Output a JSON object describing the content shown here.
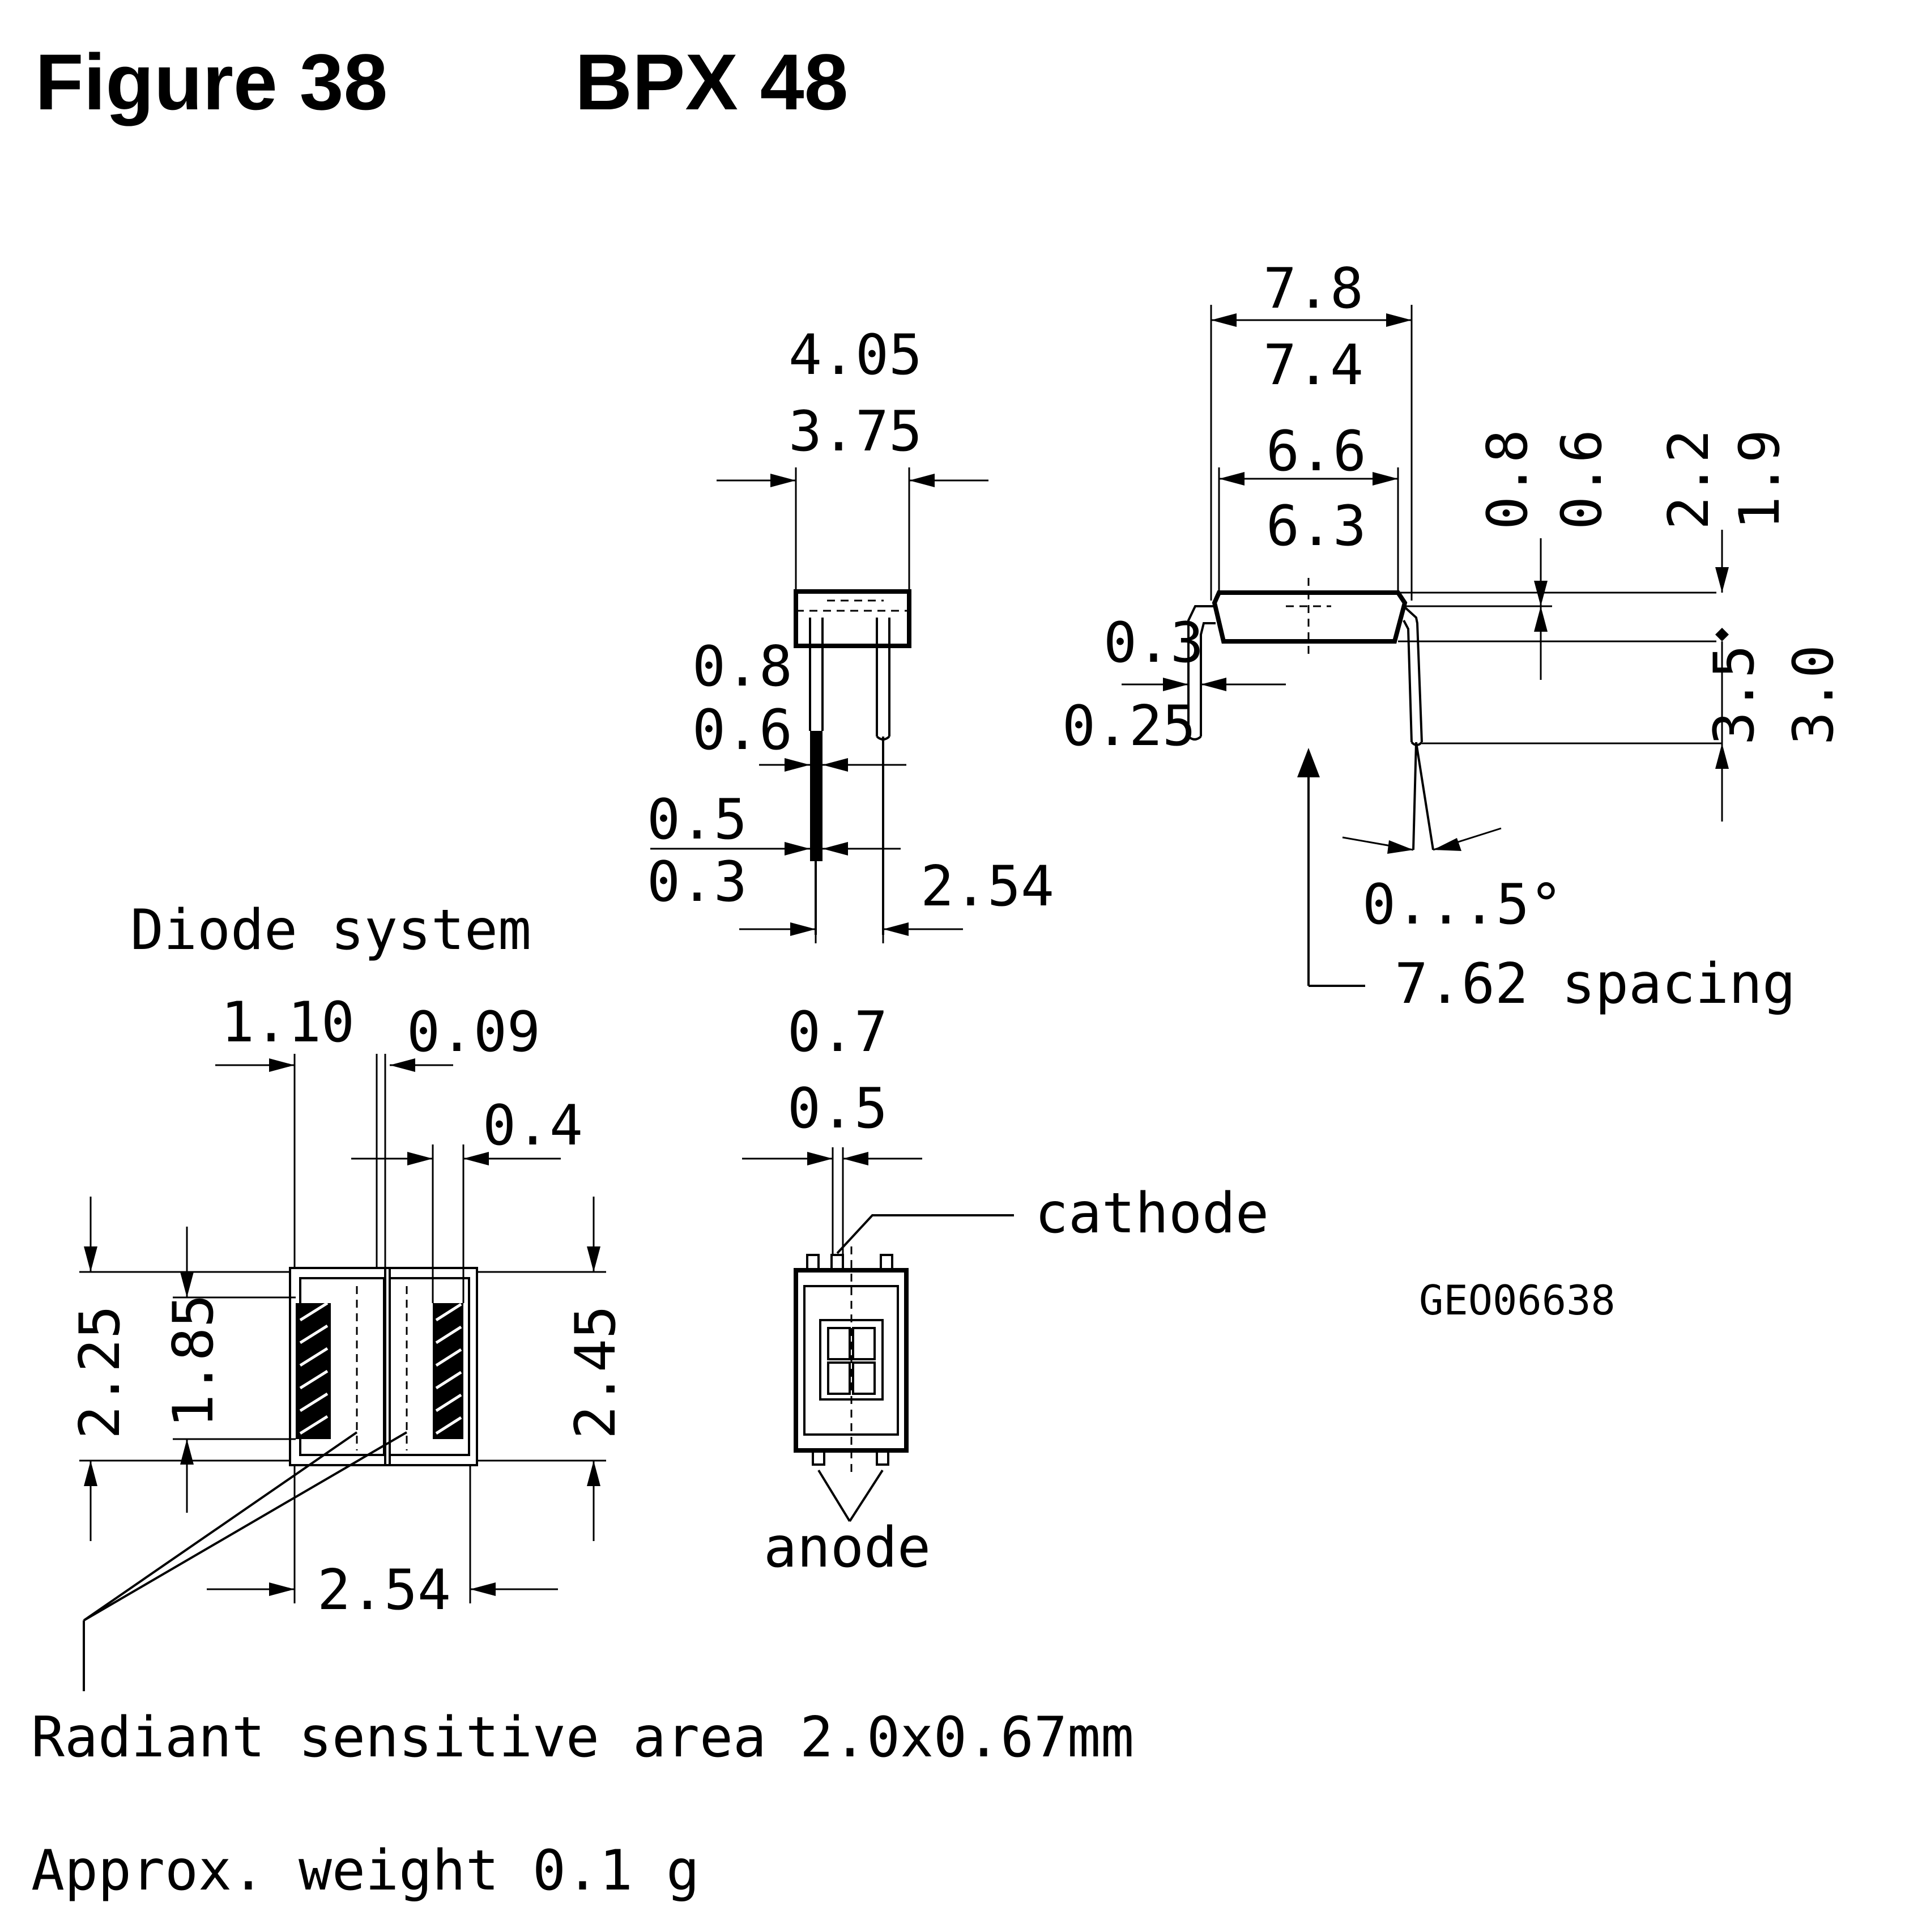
{
  "header": {
    "figure": "Figure 38",
    "part": "BPX 48"
  },
  "top_view": {
    "width_max": "4.05",
    "width_min": "3.75",
    "lead_max": "0.8",
    "lead_min": "0.6",
    "lead2_max": "0.5",
    "lead2_min": "0.3",
    "pitch": "2.54"
  },
  "side_view": {
    "len_max": "7.8",
    "len_min": "7.4",
    "body_max": "6.6",
    "body_min": "6.3",
    "thk_max": "0.8",
    "thk_min": "0.6",
    "height_max": "2.2",
    "height_min": "1.9",
    "lead_max": "0.3",
    "lead_min": "0.25",
    "leadlen_max": "3.5",
    "leadlen_min": "3.0",
    "angle": "0...5°",
    "spacing": "7.62 spacing"
  },
  "diode_system": {
    "title": "Diode system",
    "d1": "1.10",
    "d2": "0.09",
    "d3": "0.4",
    "h1": "2.25",
    "h2": "1.85",
    "h3": "2.45",
    "pitch": "2.54"
  },
  "bottom_view": {
    "w_max": "0.7",
    "w_min": "0.5",
    "cathode": "cathode",
    "anode": "anode"
  },
  "drawing_code": "GEO06638",
  "notes": {
    "area": "Radiant sensitive area 2.0x0.67mm",
    "weight": "Approx. weight 0.1 g"
  }
}
